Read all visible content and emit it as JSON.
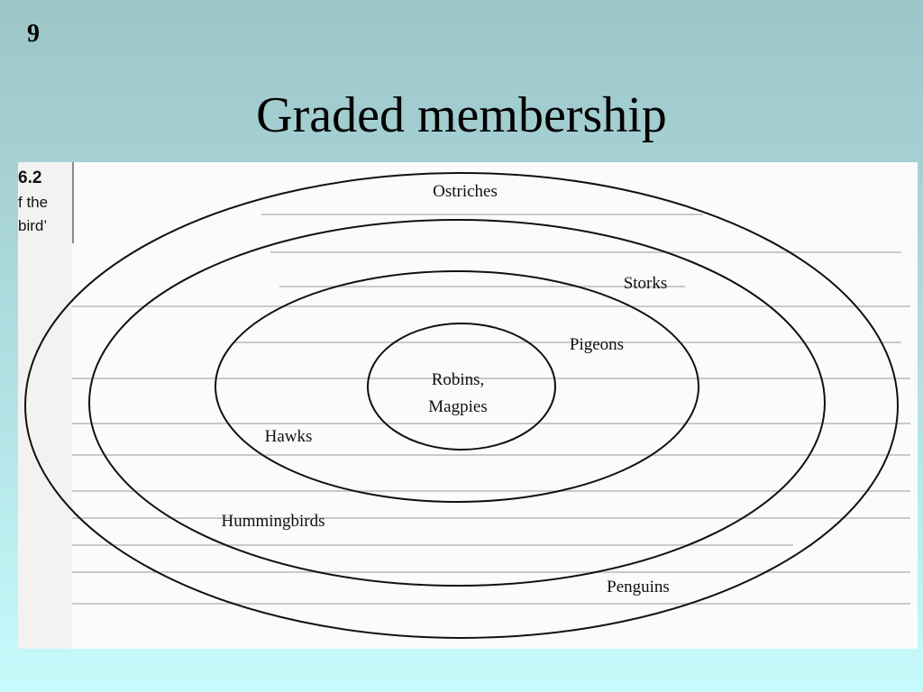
{
  "slide": {
    "number": "9",
    "title": "Graded membership"
  },
  "figure": {
    "caption_fragments": [
      "6.2",
      "f the",
      "bird’"
    ],
    "rings": [
      {
        "name": "ring-1-core"
      },
      {
        "name": "ring-2"
      },
      {
        "name": "ring-3"
      },
      {
        "name": "ring-4-outer"
      }
    ],
    "labels": {
      "core_1": "Robins,",
      "core_2": "Magpies",
      "pigeons": "Pigeons",
      "hawks": "Hawks",
      "storks": "Storks",
      "hummingbirds": "Hummingbirds",
      "ostriches": "Ostriches",
      "penguins": "Penguins"
    }
  }
}
